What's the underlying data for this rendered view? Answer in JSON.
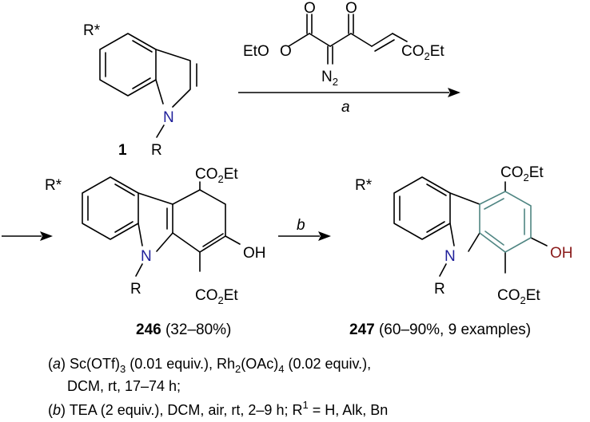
{
  "start": {
    "substituent": "R*",
    "n_atom": "N",
    "n_substituent": "R",
    "compound_number": "1"
  },
  "reagent": {
    "ester_left": "EtO",
    "o1": "O",
    "o2": "O",
    "o3": "O",
    "diazo": "N",
    "diazo_sub": "2",
    "ester_right_a": "CO",
    "ester_right_sub": "2",
    "ester_right_b": "Et",
    "arrow_label": "a"
  },
  "intermediate": {
    "substituent": "R*",
    "n_atom": "N",
    "n_substituent": "R",
    "top_ester_a": "CO",
    "top_ester_sub": "2",
    "top_ester_b": "Et",
    "bottom_ester_a": "CO",
    "bottom_ester_sub": "2",
    "bottom_ester_b": "Et",
    "hydroxy": "OH",
    "compound_number": "246",
    "yield": " (32–80%)",
    "arrow_label": "b"
  },
  "product": {
    "substituent": "R*",
    "n_atom": "N",
    "n_substituent": "R",
    "top_ester_a": "CO",
    "top_ester_sub": "2",
    "top_ester_b": "Et",
    "bottom_ester_a": "CO",
    "bottom_ester_sub": "2",
    "bottom_ester_b": "Et",
    "hydroxy": "OH",
    "compound_number": "247",
    "yield": " (60–90%, 9 examples)"
  },
  "conditions": {
    "a_label": "a",
    "a_l1_p1": "Sc(OTf)",
    "a_l1_s1": "3",
    "a_l1_p2": " (0.01 equiv.), Rh",
    "a_l1_s2": "2",
    "a_l1_p3": "(OAc)",
    "a_l1_s3": "4",
    "a_l1_p4": " (0.02 equiv.),",
    "a_l2": "DCM, rt, 17–74 h;",
    "b_label": "b",
    "b_l1_p1": " TEA (2 equiv.), DCM,  air, rt, 2–9 h; R",
    "b_l1_sup": "1",
    "b_l1_p2": " = H, Alk, Bn"
  }
}
